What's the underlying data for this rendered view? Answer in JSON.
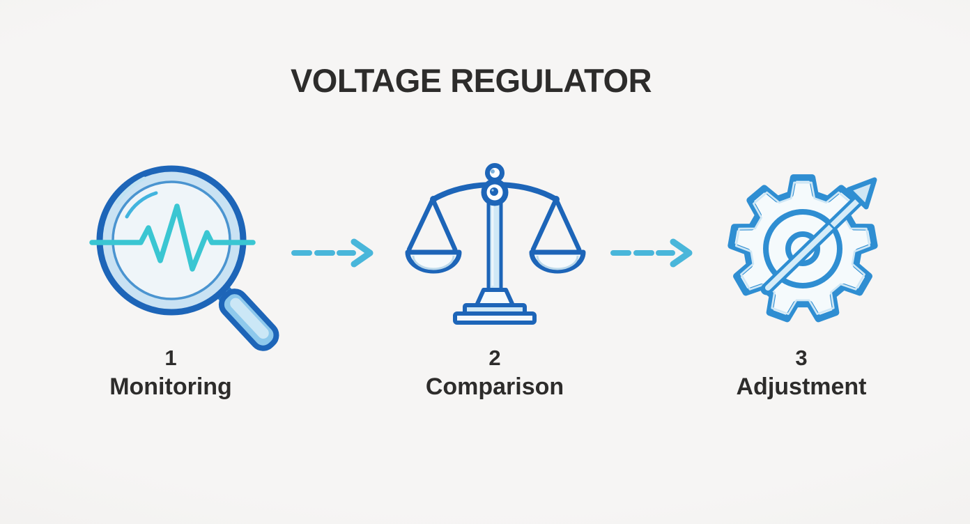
{
  "title": "VOLTAGE REGULATOR",
  "steps": [
    {
      "number": "1",
      "label": "Monitoring",
      "icon": "magnifier-waveform-icon"
    },
    {
      "number": "2",
      "label": "Comparison",
      "icon": "balance-scale-icon"
    },
    {
      "number": "3",
      "label": "Adjustment",
      "icon": "gear-up-arrow-icon"
    }
  ],
  "connectors": [
    {
      "type": "dashed-arrow",
      "direction": "right"
    },
    {
      "type": "dashed-arrow",
      "direction": "right"
    }
  ],
  "colors": {
    "bg": "#f3f2f1",
    "ink": "#2d2c2b",
    "blue-dark": "#1d65b8",
    "blue-mid": "#2277c8",
    "gear-blue": "#2f8ed2",
    "band-fill": "#c9e2f3",
    "lens-fill": "#eff5f9",
    "handle-fill": "#8ec9ec",
    "pale-fill": "#f5fafc",
    "column-fill": "#cfe8f6",
    "wave-cyan": "#3ac6d2",
    "arrow-cyan": "#49b6da",
    "highlight": "#d6ecf8"
  }
}
